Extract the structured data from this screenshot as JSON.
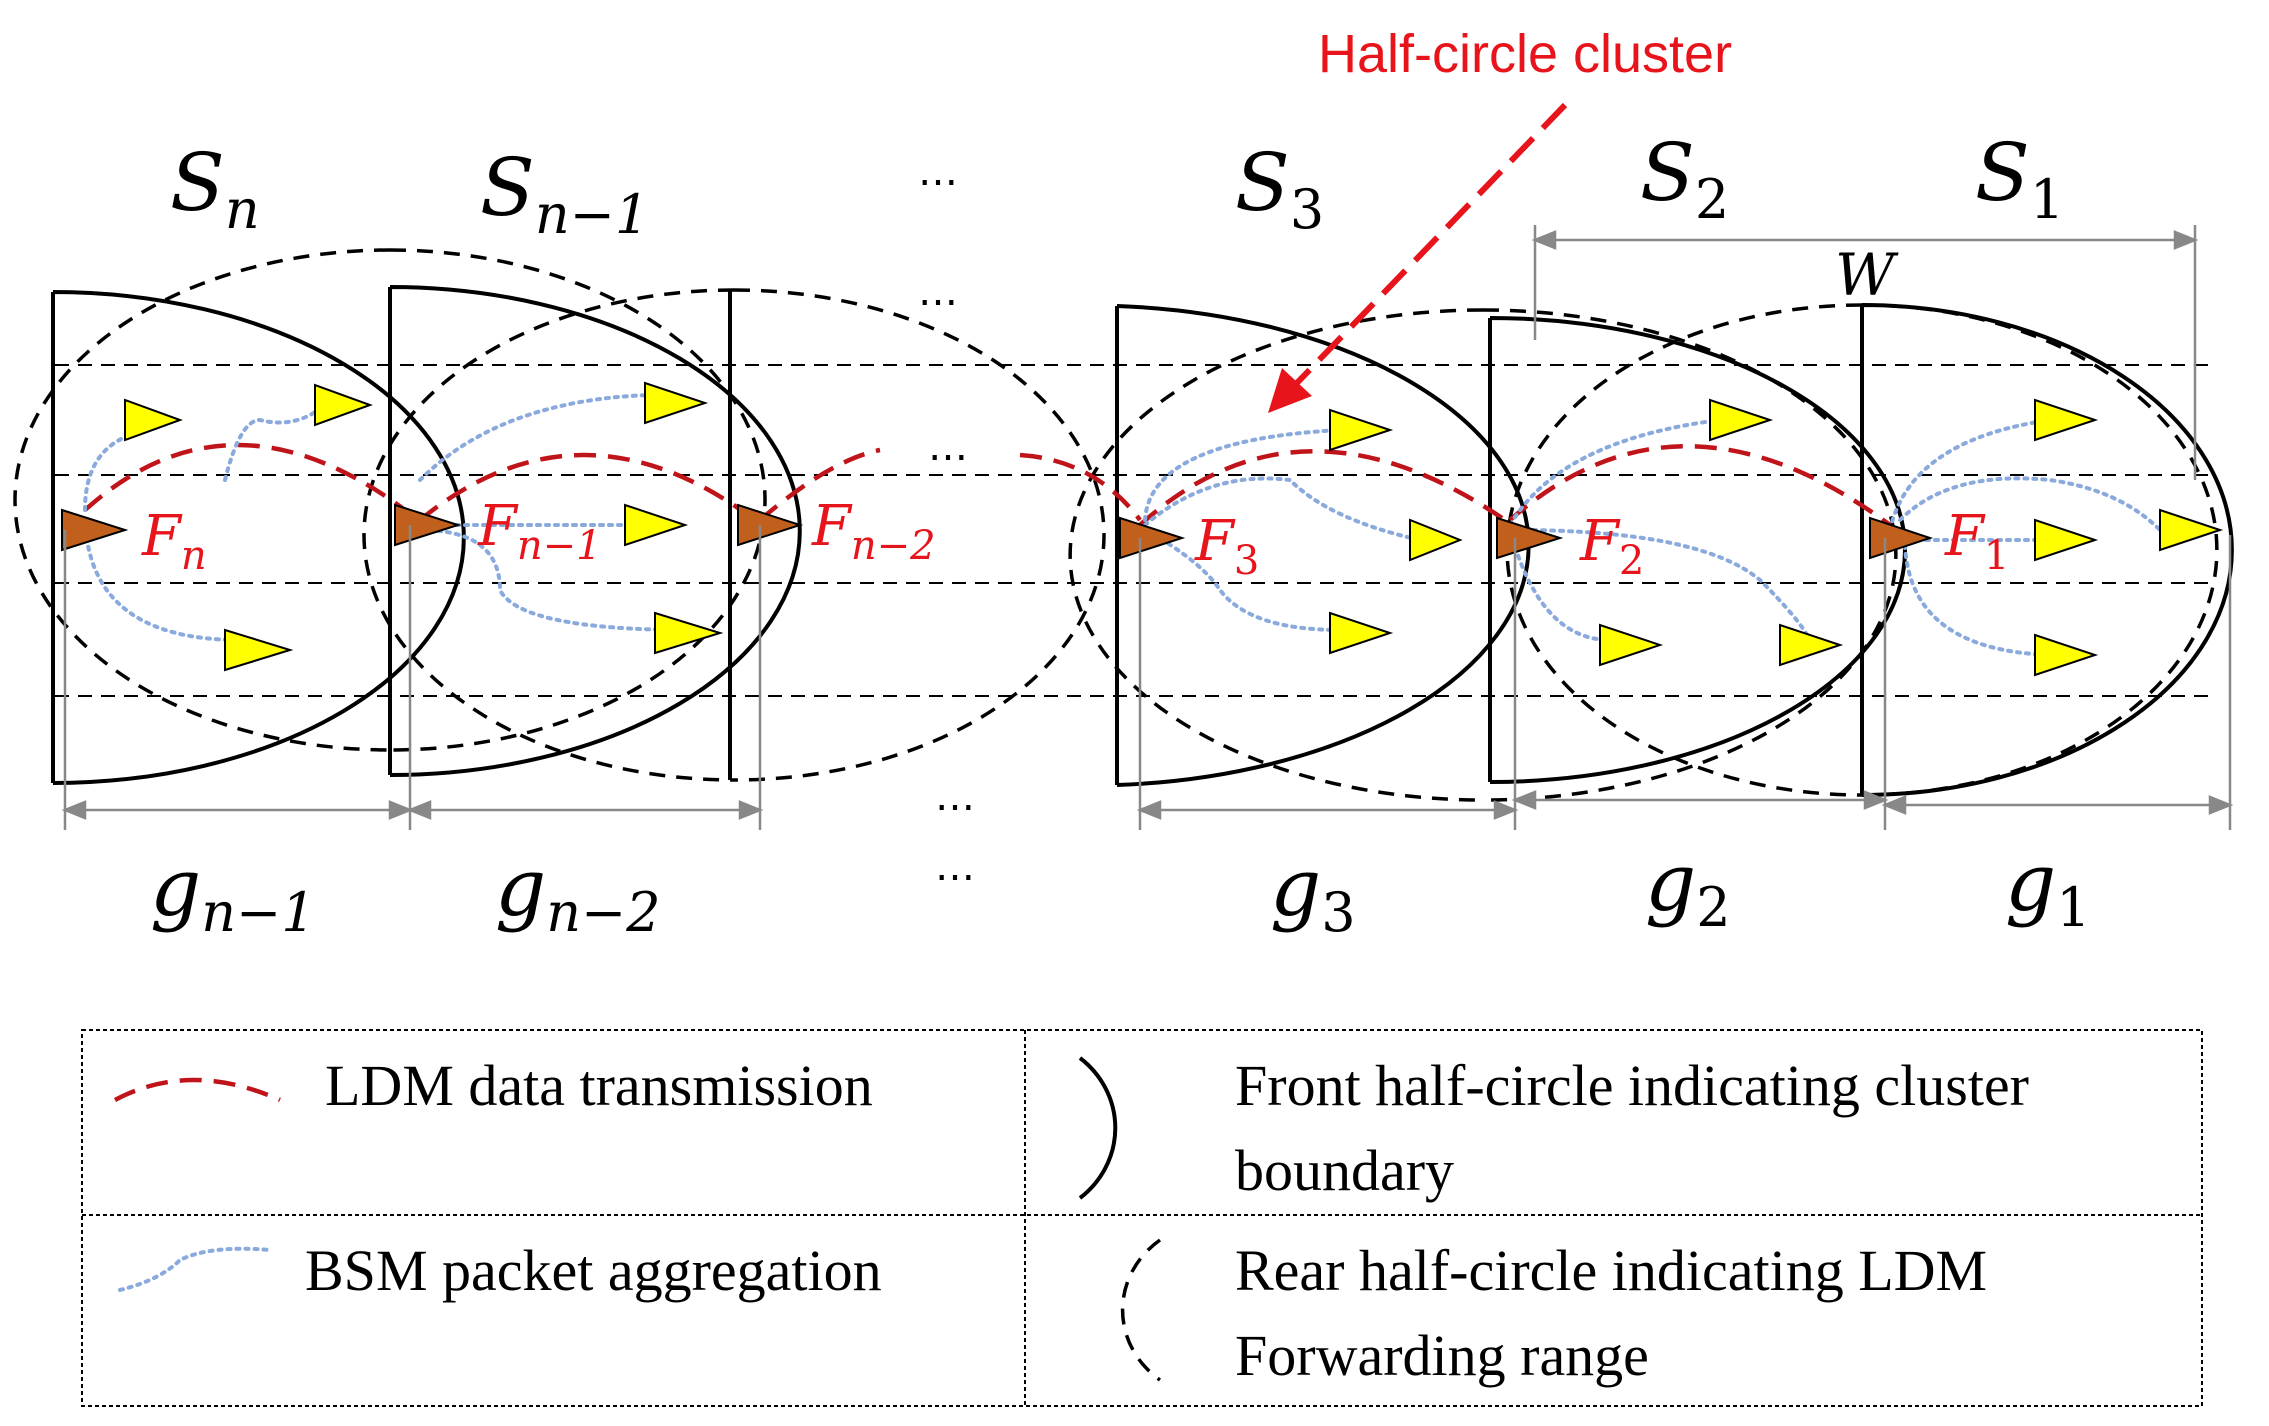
{
  "callout": {
    "text": "Half-circle cluster"
  },
  "clusters": [
    {
      "base": "S",
      "sub": "n"
    },
    {
      "base": "S",
      "sub": "n−1"
    },
    {
      "base": "S",
      "sub": "3"
    },
    {
      "base": "S",
      "sub": "2"
    },
    {
      "base": "S",
      "sub": "1"
    }
  ],
  "forwarders": [
    {
      "base": "F",
      "sub": "n"
    },
    {
      "base": "F",
      "sub": "n−1"
    },
    {
      "base": "F",
      "sub": "n−2"
    },
    {
      "base": "F",
      "sub": "3"
    },
    {
      "base": "F",
      "sub": "2"
    },
    {
      "base": "F",
      "sub": "1"
    }
  ],
  "gaps": [
    {
      "base": "g",
      "sub": "n−1"
    },
    {
      "base": "g",
      "sub": "n−2"
    },
    {
      "base": "g",
      "sub": "3"
    },
    {
      "base": "g",
      "sub": "2"
    },
    {
      "base": "g",
      "sub": "1"
    }
  ],
  "width_label": "W",
  "ellipsis": "…",
  "legend": {
    "ldm_label": "LDM data transmission",
    "front_line1": "Front half-circle indicating cluster",
    "front_line2": "boundary",
    "bsm_label": "BSM packet aggregation",
    "rear_line1": "Rear half-circle indicating LDM",
    "rear_line2": "Forwarding range"
  },
  "colors": {
    "ldm": "#c0141b",
    "bsm": "#8aa9dc",
    "vehicle": "#ffff00",
    "forwarder": "#c0601c",
    "accent": "#e8141b"
  },
  "icons": [
    "vehicle-icon",
    "forwarder-vehicle-icon"
  ]
}
